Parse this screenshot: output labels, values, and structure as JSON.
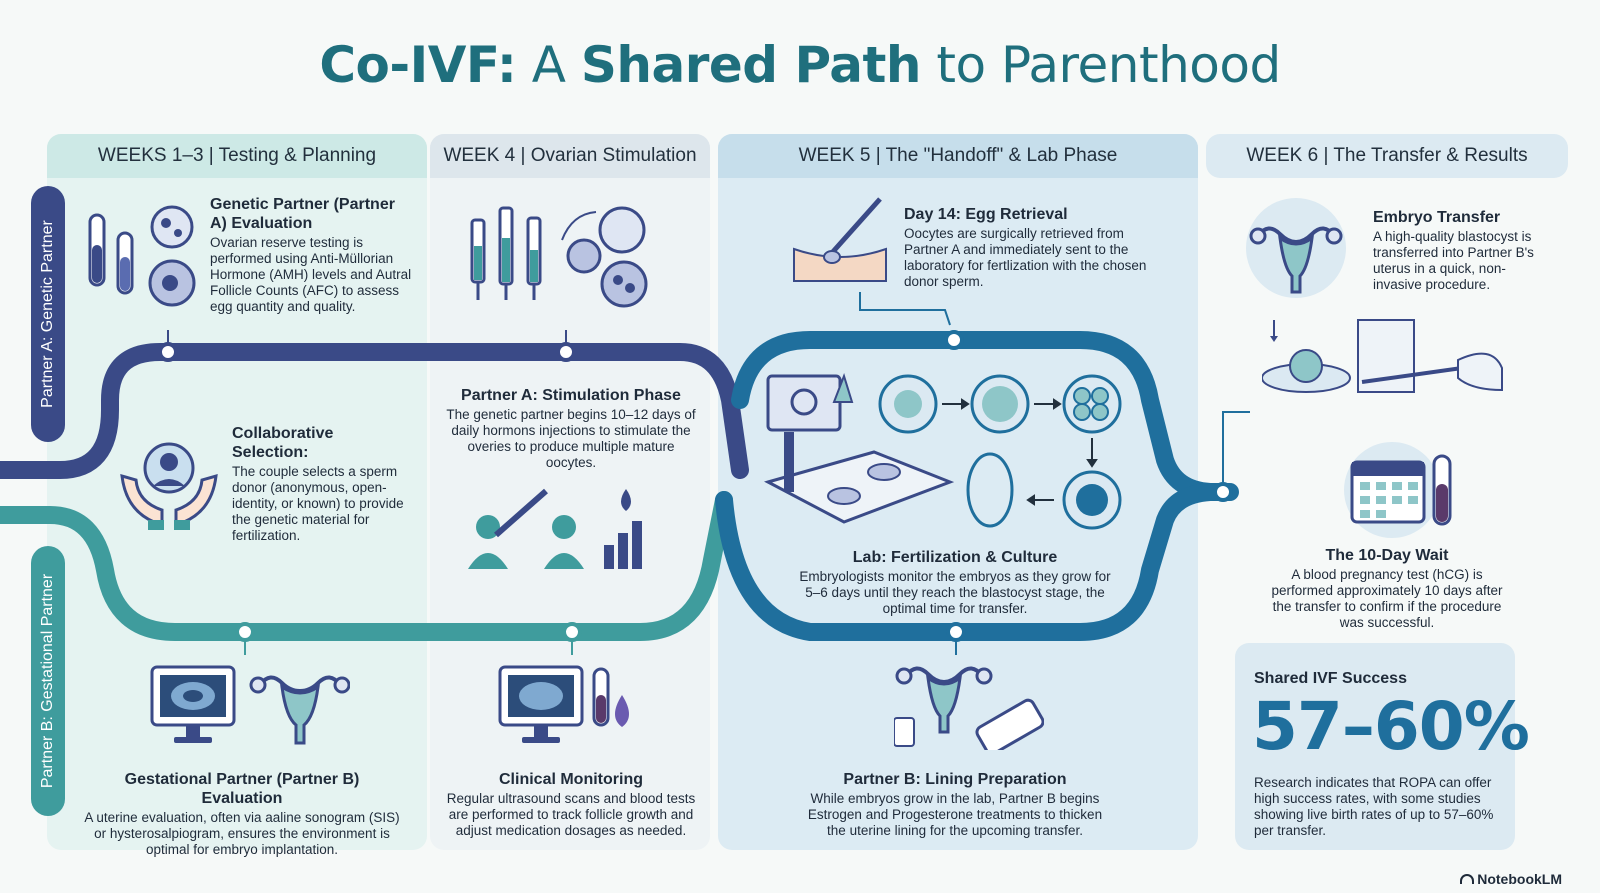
{
  "title": {
    "part1": "Co-IVF:",
    "part2": "A",
    "part3": "Shared Path",
    "part4": "to Parenthood"
  },
  "lanes": {
    "partner_a": "Partner A: Genetic Partner",
    "partner_b": "Partner B: Gestational Partner"
  },
  "phases": [
    {
      "label": "WEEKS 1–3 | Testing & Planning"
    },
    {
      "label": "WEEK 4 | Ovarian Stimulation"
    },
    {
      "label": "WEEK 5 | The \"Handoff\" & Lab Phase"
    },
    {
      "label": "WEEK 6 | The Transfer & Results"
    }
  ],
  "steps": {
    "genetic_eval": {
      "title": "Genetic Partner (Partner A) Evaluation",
      "text": "Ovarian reserve testing is performed using Anti-Müllorian Hormone (AMH) levels and Autral Follicle Counts (AFC) to assess egg quantity and quality."
    },
    "collab": {
      "title": "Collaborative Selection:",
      "text": "The couple selects a sperm donor (anonymous, open-identity, or known) to provide the genetic material for fertilization."
    },
    "gestational_eval": {
      "title": "Gestational Partner (Partner B) Evaluation",
      "text": "A uterine evaluation, often via aaline sonogram (SIS) or hysterosalpiogram, ensures the environment is optimal for embryo implantation."
    },
    "stimulation": {
      "title": "Partner A: Stimulation Phase",
      "text": "The genetic partner begins 10–12 days of daily hormons injections to stimulate the overies to produce multiple mature oocytes."
    },
    "monitoring": {
      "title": "Clinical Monitoring",
      "text": "Regular ultrasound scans and blood tests are performed to track follicle growth and adjust medication dosages as needed."
    },
    "retrieval": {
      "title": "Day 14: Egg Retrieval",
      "text": "Oocytes are surgically retrieved from Partner A and immediately sent to the laboratory for fertlization with the chosen donor sperm."
    },
    "lab": {
      "title": "Lab: Fertilization & Culture",
      "text": "Embryologists monitor the embryos as they grow for 5–6 days until they reach the blastocyst stage, the optimal time for transfer."
    },
    "lining": {
      "title": "Partner B: Lining Preparation",
      "text": "While embryos grow in the lab, Partner B begins Estrogen and Progesterone treatments to thicken the uterine lining for the upcoming transfer."
    },
    "transfer": {
      "title": "Embryo Transfer",
      "text": "A high-quality blastocyst is transferred into Partner B's uterus in a quick, non-invasive procedure."
    },
    "wait": {
      "title": "The 10-Day Wait",
      "text": "A blood pregnancy test (hCG) is performed approximately 10 days after the transfer to confirm if the procedure was successful."
    }
  },
  "success": {
    "label": "Shared IVF Success",
    "value": "57–60%",
    "text": "Research indicates that ROPA can offer high success rates, with some studies showing live birth rates of up to 57–60% per transfer."
  },
  "brand": "NotebookLM",
  "colors": {
    "partner_a_line": "#3a4a87",
    "partner_b_line": "#3f9c9d",
    "merged_line": "#1f6f9d",
    "title": "#1f6f7d"
  },
  "icons": [
    "test-tube-icon",
    "follicle-icon",
    "syringe-icon",
    "hands-donor-icon",
    "ultrasound-monitor-icon",
    "uterus-icon",
    "blood-drop-icon",
    "lab-station-icon",
    "embryo-icon",
    "pill-pack-icon",
    "calendar-icon",
    "petri-dish-icon",
    "notebooklm-logo-icon"
  ]
}
